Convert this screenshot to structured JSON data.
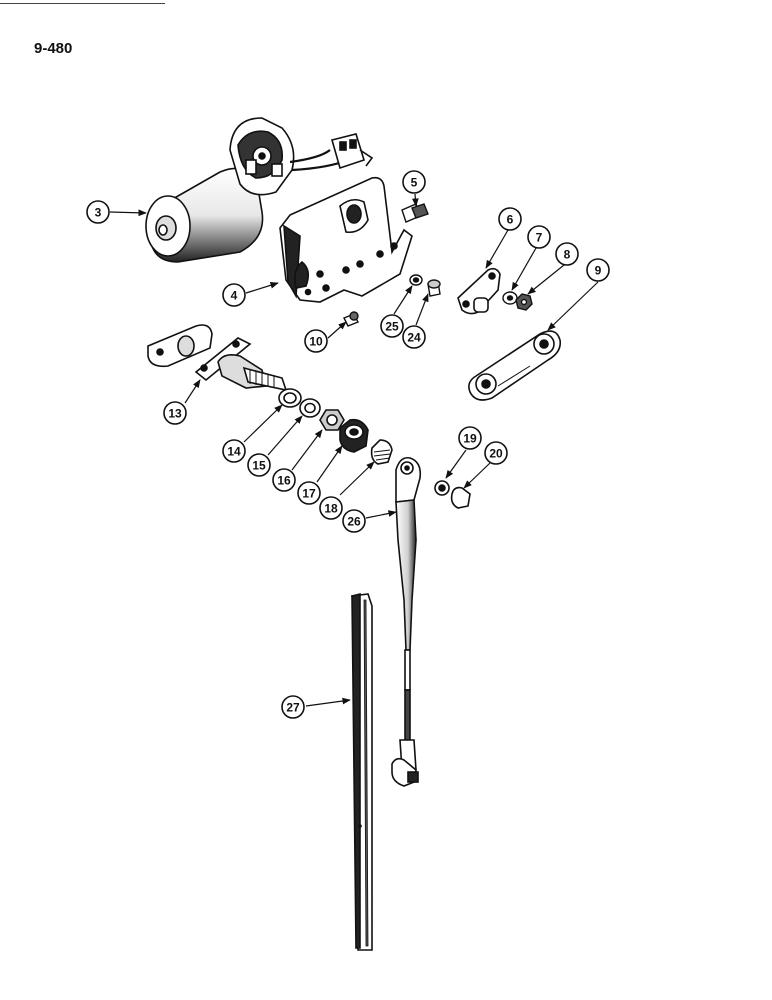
{
  "page_number": "9-480",
  "callouts": [
    {
      "id": "c3",
      "label": "3"
    },
    {
      "id": "c4",
      "label": "4"
    },
    {
      "id": "c5",
      "label": "5"
    },
    {
      "id": "c6",
      "label": "6"
    },
    {
      "id": "c7",
      "label": "7"
    },
    {
      "id": "c8",
      "label": "8"
    },
    {
      "id": "c9",
      "label": "9"
    },
    {
      "id": "c10",
      "label": "10"
    },
    {
      "id": "c25",
      "label": "25"
    },
    {
      "id": "c24",
      "label": "24"
    },
    {
      "id": "c13",
      "label": "13"
    },
    {
      "id": "c14",
      "label": "14"
    },
    {
      "id": "c15",
      "label": "15"
    },
    {
      "id": "c16",
      "label": "16"
    },
    {
      "id": "c17",
      "label": "17"
    },
    {
      "id": "c18",
      "label": "18"
    },
    {
      "id": "c19",
      "label": "19"
    },
    {
      "id": "c20",
      "label": "20"
    },
    {
      "id": "c26",
      "label": "26"
    },
    {
      "id": "c27",
      "label": "27"
    }
  ]
}
